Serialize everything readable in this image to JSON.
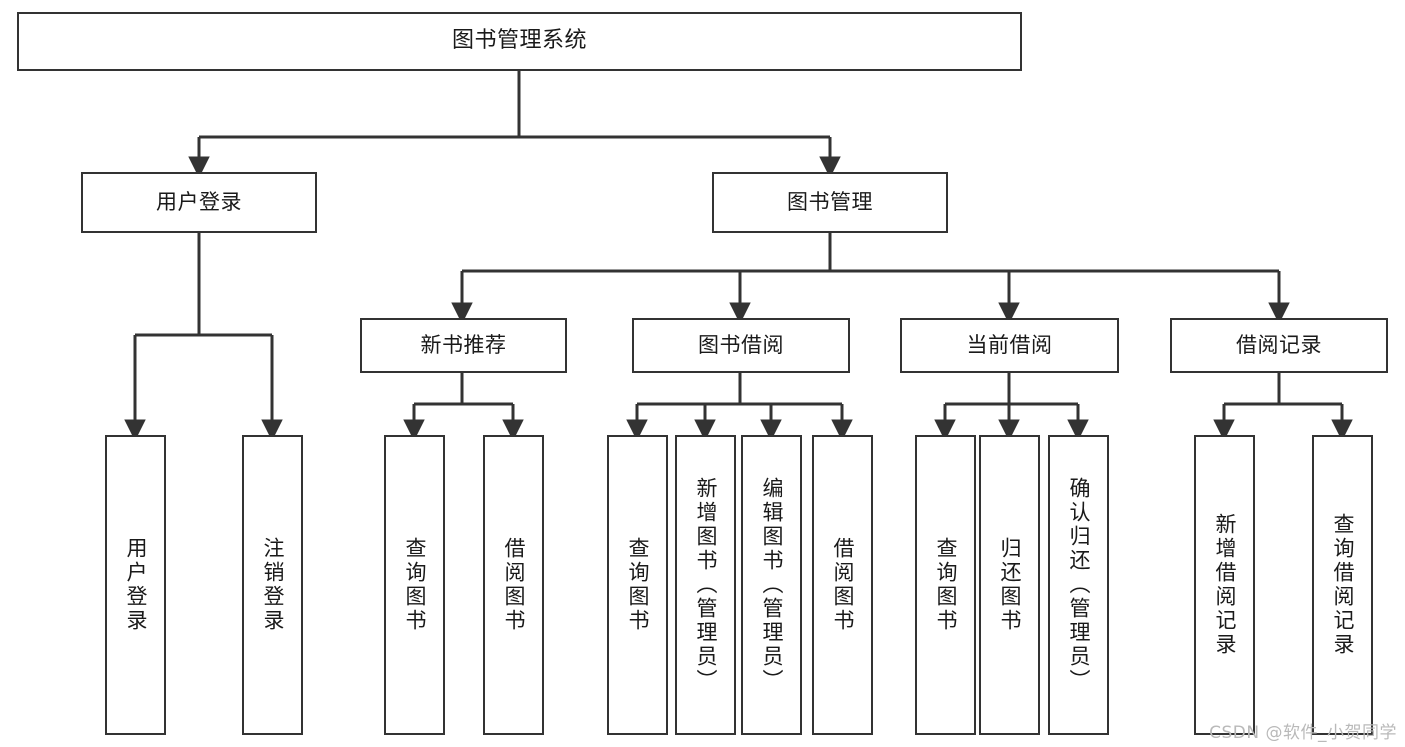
{
  "diagram": {
    "title": "图书管理系统",
    "type": "tree-hierarchy-diagram",
    "colors": {
      "box_border": "#333333",
      "box_fill": "#ffffff",
      "edge": "#333333",
      "text": "#1a1a1a",
      "watermark": "#b9b9b9",
      "background": "#ffffff"
    },
    "root": {
      "label": "图书管理系统"
    },
    "level2": [
      {
        "label": "用户登录"
      },
      {
        "label": "图书管理"
      }
    ],
    "level3": [
      {
        "label": "新书推荐"
      },
      {
        "label": "图书借阅"
      },
      {
        "label": "当前借阅"
      },
      {
        "label": "借阅记录"
      }
    ],
    "leaves": {
      "user_login": [
        {
          "label": "用户登录"
        },
        {
          "label": "注销登录"
        }
      ],
      "new_book_recommend": [
        {
          "label": "查询图书"
        },
        {
          "label": "借阅图书"
        }
      ],
      "book_borrow": [
        {
          "label": "查询图书"
        },
        {
          "label": "新增图书（管理员）"
        },
        {
          "label": "编辑图书（管理员）"
        },
        {
          "label": "借阅图书"
        }
      ],
      "current_borrow": [
        {
          "label": "查询图书"
        },
        {
          "label": "归还图书"
        },
        {
          "label": "确认归还（管理员）"
        }
      ],
      "borrow_record": [
        {
          "label": "新增借阅记录"
        },
        {
          "label": "查询借阅记录"
        }
      ]
    },
    "watermark": "CSDN @软件_小贺同学"
  }
}
